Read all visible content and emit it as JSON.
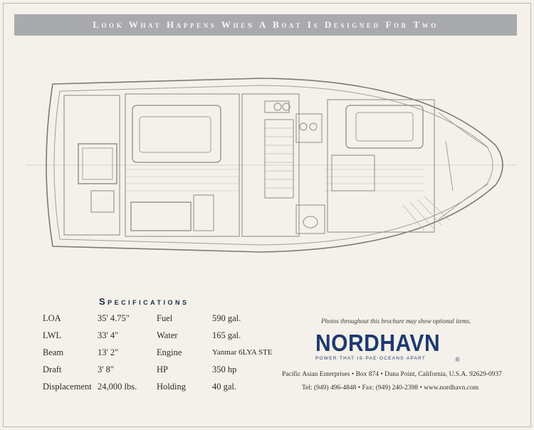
{
  "banner": {
    "title": "Look What Happens When A Boat Is Designed For Two"
  },
  "specs": {
    "heading": "Specifications",
    "rows": [
      {
        "label": "LOA",
        "value": "35' 4.75\"",
        "label2": "Fuel",
        "value2": "590 gal."
      },
      {
        "label": "LWL",
        "value": "33' 4\"",
        "label2": "Water",
        "value2": "165 gal."
      },
      {
        "label": "Beam",
        "value": "13' 2\"",
        "label2": "Engine",
        "value2": "Yanmar 6LYA STE"
      },
      {
        "label": "Draft",
        "value": "3' 8\"",
        "label2": "HP",
        "value2": "350 hp"
      },
      {
        "label": "Displacement",
        "value": "24,000 lbs.",
        "label2": "Holding",
        "value2": "40 gal."
      }
    ]
  },
  "note": "Photos throughout this brochure may show optional items.",
  "logo": {
    "name": "NORDHAVN",
    "tagline": "POWER·THAT·IS·PAE·OCEANS·APART",
    "registered": "®"
  },
  "company": {
    "address": "Pacific Asian Enterprises • Box 874 • Dana Point, California, U.S.A.  92629-0937",
    "contact": "Tel: (949) 496-4848 • Fax: (949) 240-2398 • www.nordhavn.com"
  },
  "colors": {
    "banner": "#a9aaad",
    "brand": "#1d3a6e",
    "paper": "#f4f1ea"
  }
}
